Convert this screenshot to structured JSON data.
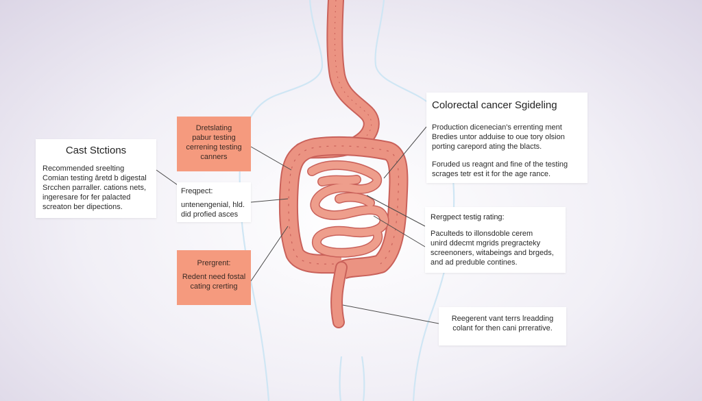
{
  "colors": {
    "background": "#ebe8f1",
    "colon": "#e98e7c",
    "colon_dark": "#c9615a",
    "body_outline": "#cfe6f4",
    "callout_pink": "#f59a7e",
    "leader_line": "#4a4a4a"
  },
  "left_main": {
    "title": "Cast Stctions",
    "lines": [
      "Recommended sreelting",
      "Comian testing ǎretd b digestal",
      "Srcchen parraller. cations nets,",
      "ingeresare for fer palacted",
      "screaton ber dipections."
    ]
  },
  "pink_top": {
    "lines": [
      "Dretslating",
      "pabur testing",
      "cerrening testing",
      "canners"
    ]
  },
  "freq_box": {
    "title": "Freqpect:",
    "lines": [
      "untenengenial, hld.",
      "did profied asces"
    ]
  },
  "pink_bottom": {
    "title": "Prergrent:",
    "lines": [
      "Redent need fostal",
      "cating crerting"
    ]
  },
  "right_main": {
    "title": "Colorectal cancer Sgideling",
    "para1": [
      "Production dicenecian's errenting ment",
      "Bredies untor adduise to oue tory olsion",
      "porting carepord ating the blacts."
    ],
    "para2": [
      "Foruded us reagnt and fine of the testing",
      "scrages tetr est it for the age rance."
    ]
  },
  "right_mid": {
    "title": "Rergpect testig rating:",
    "lines": [
      "Paculteds to illonsdoble cerem",
      "unird ddecmt mgrids pregracteky",
      "screenoners, witabeings and brgeds,",
      "and ad preduble contines."
    ]
  },
  "right_bottom": {
    "lines": [
      "Reegerent vant terrs lreadding",
      "colant for then cani prrerative."
    ]
  }
}
